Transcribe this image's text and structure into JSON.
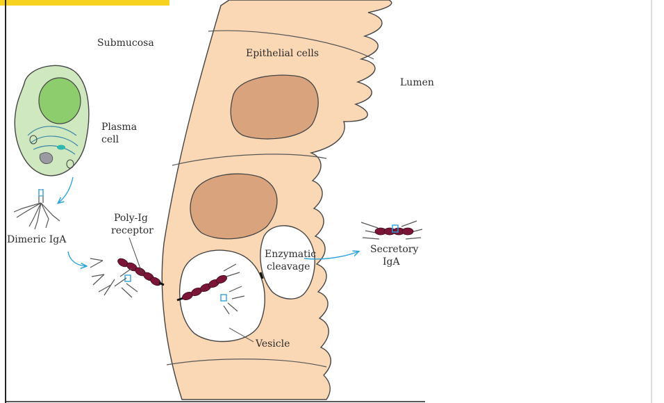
{
  "diagram": {
    "labels": {
      "submucosa": "Submucosa",
      "epithelial_cells": "Epithelial cells",
      "lumen": "Lumen",
      "plasma_cell": [
        "Plasma",
        "cell"
      ],
      "dimeric_iga": "Dimeric IgA",
      "poly_ig_receptor": [
        "Poly-Ig",
        "receptor"
      ],
      "enzymatic_cleavage": [
        "Enzymatic",
        "cleavage"
      ],
      "secretory_iga": [
        "Secretory",
        "IgA"
      ],
      "vesicle": "Vesicle"
    },
    "colors": {
      "epithelium_fill": "#fbd8b5",
      "nucleus_fill": "#d8a37d",
      "plasma_cell_fill": "#cfe8bf",
      "plasma_nucleus_fill": "#8ecd6e",
      "receptor_bead": "#7a1538",
      "arrow_blue": "#2fa3dc",
      "accent_tab": "#f7d21e"
    }
  }
}
